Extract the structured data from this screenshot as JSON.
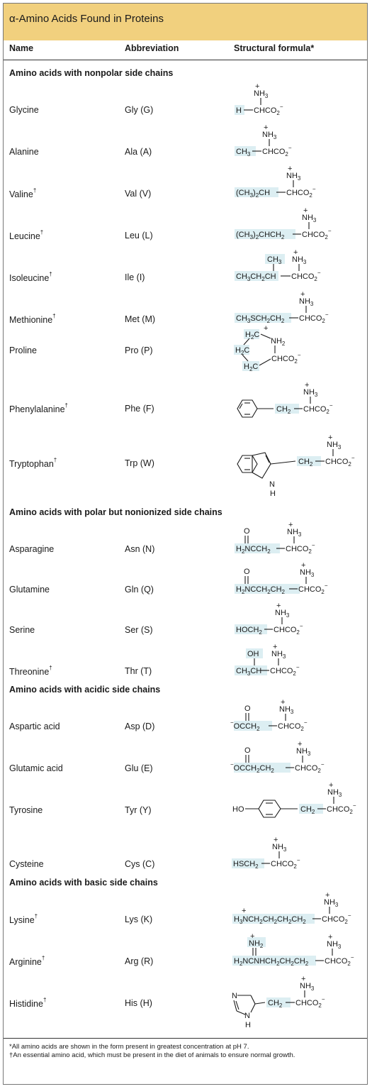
{
  "title": "α-Amino Acids Found in Proteins",
  "headers": {
    "name": "Name",
    "abbr": "Abbreviation",
    "formula": "Structural formula*"
  },
  "sections": {
    "nonpolar": "Amino acids with nonpolar side chains",
    "polar": "Amino acids with polar but nonionized side chains",
    "acidic": "Amino acids with acidic side chains",
    "basic": "Amino acids with basic side chains"
  },
  "acids": {
    "gly": {
      "name": "Glycine",
      "abbr": "Gly (G)"
    },
    "ala": {
      "name": "Alanine",
      "abbr": "Ala (A)"
    },
    "val": {
      "name": "Valine",
      "abbr": "Val (V)"
    },
    "leu": {
      "name": "Leucine",
      "abbr": "Leu (L)"
    },
    "ile": {
      "name": "Isoleucine",
      "abbr": "Ile (I)"
    },
    "met": {
      "name": "Methionine",
      "abbr": "Met (M)"
    },
    "pro": {
      "name": "Proline",
      "abbr": "Pro (P)"
    },
    "phe": {
      "name": "Phenylalanine",
      "abbr": "Phe (F)"
    },
    "trp": {
      "name": "Tryptophan",
      "abbr": "Trp (W)"
    },
    "asn": {
      "name": "Asparagine",
      "abbr": "Asn (N)"
    },
    "gln": {
      "name": "Glutamine",
      "abbr": "Gln (Q)"
    },
    "ser": {
      "name": "Serine",
      "abbr": "Ser (S)"
    },
    "thr": {
      "name": "Threonine",
      "abbr": "Thr (T)"
    },
    "asp": {
      "name": "Aspartic acid",
      "abbr": "Asp (D)"
    },
    "glu": {
      "name": "Glutamic acid",
      "abbr": "Glu (E)"
    },
    "tyr": {
      "name": "Tyrosine",
      "abbr": "Tyr (Y)"
    },
    "cys": {
      "name": "Cysteine",
      "abbr": "Cys (C)"
    },
    "lys": {
      "name": "Lysine",
      "abbr": "Lys (K)"
    },
    "arg": {
      "name": "Arginine",
      "abbr": "Arg (R)"
    },
    "his": {
      "name": "Histidine",
      "abbr": "His (H)"
    }
  },
  "dagger": "†",
  "footnotes": {
    "star": "*All amino acids are shown in the form present in greatest concentration at pH 7.",
    "dagger": "†An essential amino acid, which must be present in the diet of animals to ensure normal growth."
  },
  "colors": {
    "title_bar": "#f1d07e",
    "highlight": "#dceef2"
  }
}
